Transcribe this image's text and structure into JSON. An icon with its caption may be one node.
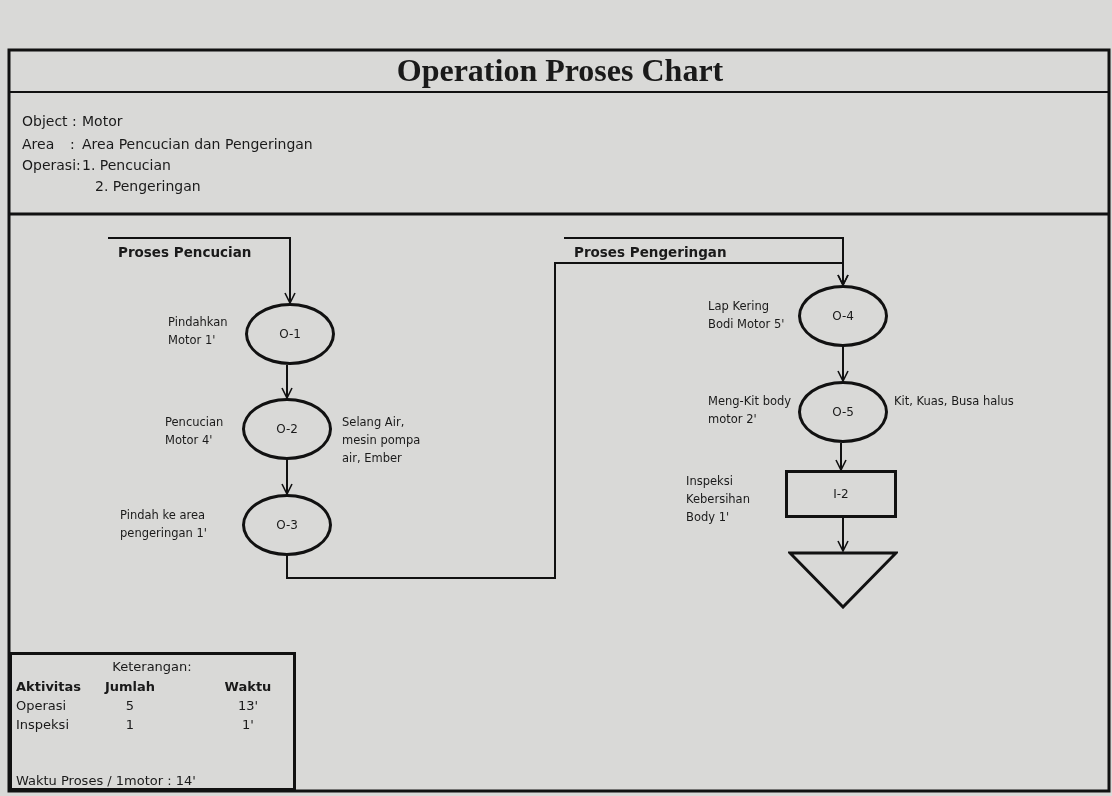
{
  "diagram": {
    "title": "Operation Proses Chart",
    "nodes": [
      {
        "text": [
          "O-1"
        ],
        "beside": [
          "Pindahkan Motor 1'"
        ]
      },
      {
        "text": [
          "O-2"
        ],
        "beside": [
          "Pencucian Motor 4'",
          "Selang Air, mesin pompa air, Ember"
        ]
      },
      {
        "text": [
          "O-3"
        ],
        "beside": [
          "Pindah ke area pengeringan 1'"
        ]
      },
      {
        "text": [
          "O-4"
        ],
        "beside": [
          "Lap Kering Bodi Motor 5'"
        ]
      },
      {
        "text": [
          "O-5"
        ],
        "beside": [
          "Meng-Kit body motor 2'",
          "Kit, Kuas, Busa halus"
        ]
      },
      {
        "text": [
          "I-2"
        ],
        "beside": [
          "Inspeksi Kebersihan Body 1'"
        ]
      },
      {
        "text": [],
        "shape": "triangle"
      },
      {
        "text": [
          "Keterangan:",
          "Aktivitas",
          "Jumlah",
          "Waktu",
          "Operasi",
          "5",
          "13'",
          "Inspeksi",
          "1",
          "1'",
          "Waktu Proses / 1motor : 14'"
        ]
      },
      {
        "text": [
          "Proses Pencucian"
        ]
      },
      {
        "text": [
          "Proses Pengeringan"
        ]
      }
    ],
    "edges": [
      {
        "from": 8,
        "to": 0,
        "arrow": "to"
      },
      {
        "from": 0,
        "to": 1,
        "arrow": "to"
      },
      {
        "from": 1,
        "to": 2,
        "arrow": "to"
      },
      {
        "from": 2,
        "to": 3,
        "arrow": "to"
      },
      {
        "from": 9,
        "to": 3,
        "arrow": "to"
      },
      {
        "from": 3,
        "to": 4,
        "arrow": "to"
      },
      {
        "from": 4,
        "to": 5,
        "arrow": "to"
      },
      {
        "from": 5,
        "to": 6,
        "arrow": "to"
      }
    ],
    "labels": [
      "Object :",
      "Motor",
      "Area",
      ":",
      "Area Pencucian dan Pengeringan",
      "Operasi:",
      "1. Pencucian",
      "2. Pengeringan"
    ]
  }
}
